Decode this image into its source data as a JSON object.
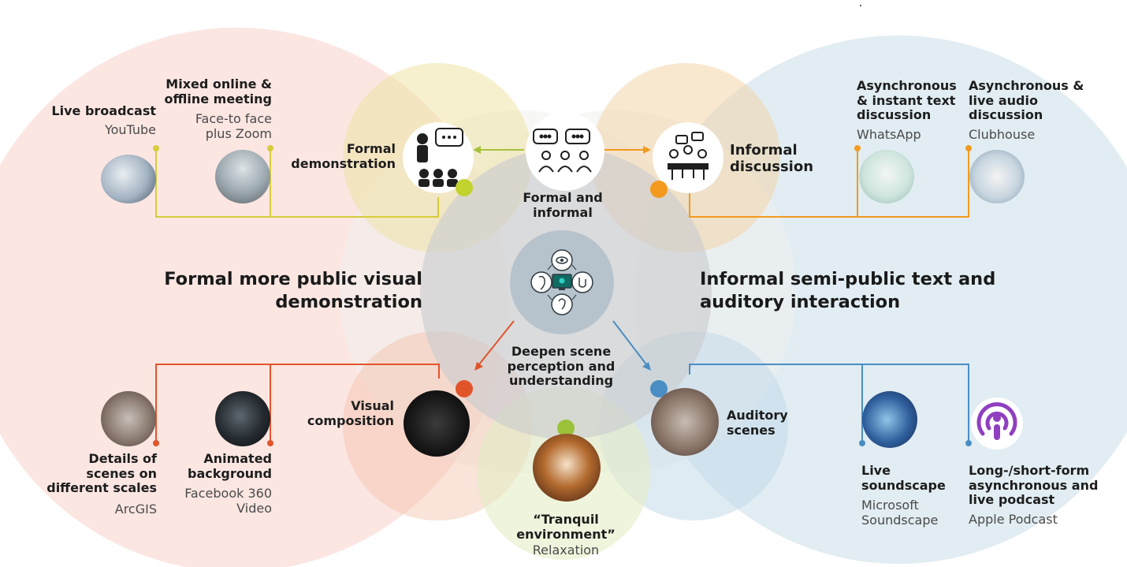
{
  "center": {
    "title": "Formal and\ninformal",
    "subtitle": "Deepen scene\nperception and\nunderstanding"
  },
  "sections": {
    "left_big": "Formal more public visual\ndemonstration",
    "right_big": "Informal semi-public text and\nauditory interaction"
  },
  "nodes": {
    "formal_demo": "Formal\ndemonstration",
    "informal_discussion": "Informal\ndiscussion",
    "visual_composition": "Visual\ncomposition",
    "auditory_scenes": "Auditory\nscenes"
  },
  "examples": {
    "live_broadcast": {
      "title": "Live broadcast",
      "sub": "YouTube"
    },
    "mixed_meeting": {
      "title": "Mixed online &\noffline meeting",
      "sub": "Face-to face\nplus Zoom"
    },
    "async_text": {
      "title": "Asynchronous\n& instant text\ndiscussion",
      "sub": "WhatsApp"
    },
    "async_audio": {
      "title": "Asynchronous &\nlive audio\ndiscussion",
      "sub": "Clubhouse"
    },
    "details_scales": {
      "title": "Details of\nscenes on\ndifferent scales",
      "sub": "ArcGIS"
    },
    "animated_bg": {
      "title": "Animated\nbackground",
      "sub": "Facebook 360\nVideo"
    },
    "tranquil": {
      "title": "“Tranquil\nenvironment”",
      "sub": "Relaxation"
    },
    "live_soundscape": {
      "title": "Live\nsoundscape",
      "sub": "Microsoft\nSoundscape"
    },
    "podcast": {
      "title": "Long-/short-form\nasynchronous and\nlive podcast",
      "sub": "Apple Podcast"
    }
  },
  "colors": {
    "formal": "#d6cc3a",
    "informal": "#f39a1e",
    "visual": "#e1542a",
    "auditory": "#4a8ec3",
    "tranquil": "#9cc23a",
    "podcast": "#8f3fc0"
  },
  "icons": [
    "presenter-icon",
    "group-chat-icon",
    "meeting-table-icon",
    "senses-monitor-icon",
    "podcast-icon"
  ]
}
